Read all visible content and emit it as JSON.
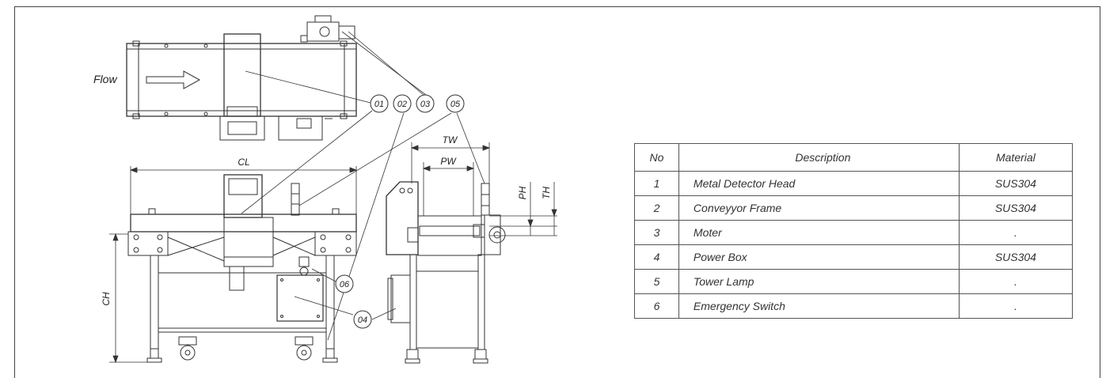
{
  "drawing": {
    "flow_label": "Flow",
    "callouts": [
      "01",
      "02",
      "03",
      "05",
      "06",
      "04"
    ],
    "dimensions": {
      "cl": "CL",
      "ch": "CH",
      "tw": "TW",
      "pw": "PW",
      "ph": "PH",
      "th": "TH"
    }
  },
  "parts_table": {
    "headers": {
      "no": "No",
      "description": "Description",
      "material": "Material"
    },
    "rows": [
      {
        "no": "1",
        "description": "Metal Detector Head",
        "material": "SUS304"
      },
      {
        "no": "2",
        "description": "Conveyyor Frame",
        "material": "SUS304"
      },
      {
        "no": "3",
        "description": "Moter",
        "material": "."
      },
      {
        "no": "4",
        "description": "Power Box",
        "material": "SUS304"
      },
      {
        "no": "5",
        "description": "Tower Lamp",
        "material": "."
      },
      {
        "no": "6",
        "description": "Emergency Switch",
        "material": "."
      }
    ]
  }
}
